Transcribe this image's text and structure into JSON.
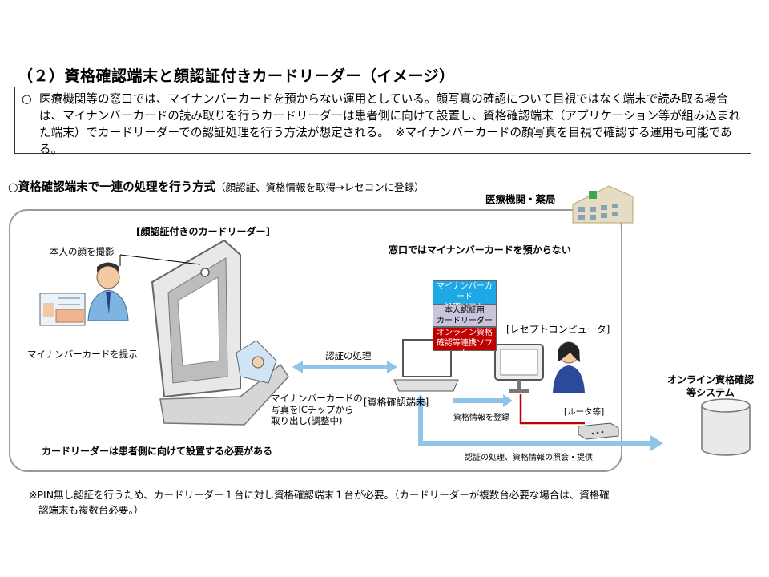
{
  "title": "（２）資格確認端末と顔認証付きカードリーダー（イメージ）",
  "note": {
    "mark": "○",
    "text": "医療機関等の窓口では、マイナンバーカードを預からない運用としている。顔写真の確認について目視ではなく端末で読み取る場合は、マイナンバーカードの読み取りを行うカードリーダーは患者側に向けて設置し、資格確認端末（アプリケーション等が組み込まれた端末）でカードリーダーでの認証処理を行う方法が想定される。　※マイナンバーカードの顔写真を目視で確認する運用も可能である。"
  },
  "subheading": {
    "main": "○資格確認端末で一連の処理を行う方式",
    "paren": "（顔認証、資格情報を取得→レセコンに登録）"
  },
  "diagram": {
    "institution": "医療機関・薬局",
    "card_reader_title": "[顔認証付きのカードリーダー]",
    "photo_label": "本人の顔を撮影",
    "present_card": "マイナンバーカードを提示",
    "no_keep": "窓口ではマイナンバーカードを預からない",
    "auth_process": "認証の処理",
    "ic_chip": [
      "マイナンバーカードの",
      "写真をICチップから",
      "取り出し(調整中)"
    ],
    "terminal": "[資格確認端末]",
    "receipt_computer": "[レセプトコンピュータ]",
    "router": "[ルータ等]",
    "register": "資格情報を登録",
    "inquiry": "認証の処理、資格情報の照会・提供",
    "online_system": [
      "オンライン資格確認",
      "等システム"
    ],
    "reader_facing": "カードリーダーは患者側に向けて設置する必要がある",
    "software": [
      {
        "label": "マイナンバーカード\n処理ソフト",
        "color": "#1fa8e6"
      },
      {
        "label": "本人認証用\nカードリーダーソフト",
        "color": "#c9c4dc"
      },
      {
        "label": "オンライン資格\n確認等連携ソフト",
        "color": "#c00000"
      }
    ],
    "colors": {
      "arrow": "#8fc3e8",
      "line_red": "#c00000",
      "frame": "#9a9a9a"
    }
  },
  "footer": [
    "※PIN無し認証を行うため、カードリーダー１台に対し資格確認端末１台が必要。（カードリーダーが複数台必要な場合は、資格確",
    "認端末も複数台必要。）"
  ]
}
